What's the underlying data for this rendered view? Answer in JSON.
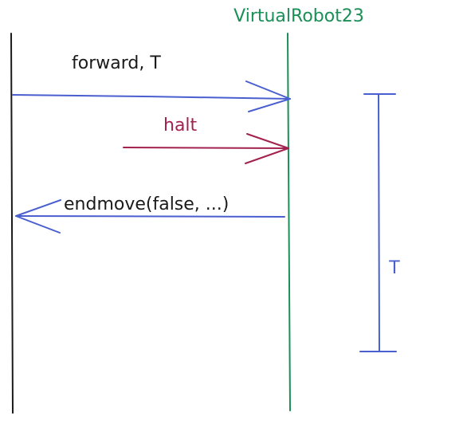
{
  "participants": {
    "robot": {
      "name": "VirtualRobot23",
      "color": "#1a8f57"
    },
    "caller": {
      "color": "#1a1a1a"
    }
  },
  "messages": {
    "forward": {
      "label": "forward, T",
      "direction": "to-robot",
      "color": "#4a5fcf",
      "label_color": "#1a1a1a"
    },
    "halt": {
      "label": "halt",
      "direction": "to-robot",
      "color": "#a3214f",
      "label_color": "#a3214f"
    },
    "endmove": {
      "label": "endmove(false, ...)",
      "direction": "to-caller",
      "color": "#4a5fcf",
      "label_color": "#1a1a1a"
    }
  },
  "duration": {
    "label": "T",
    "color": "#4a5fcf"
  }
}
